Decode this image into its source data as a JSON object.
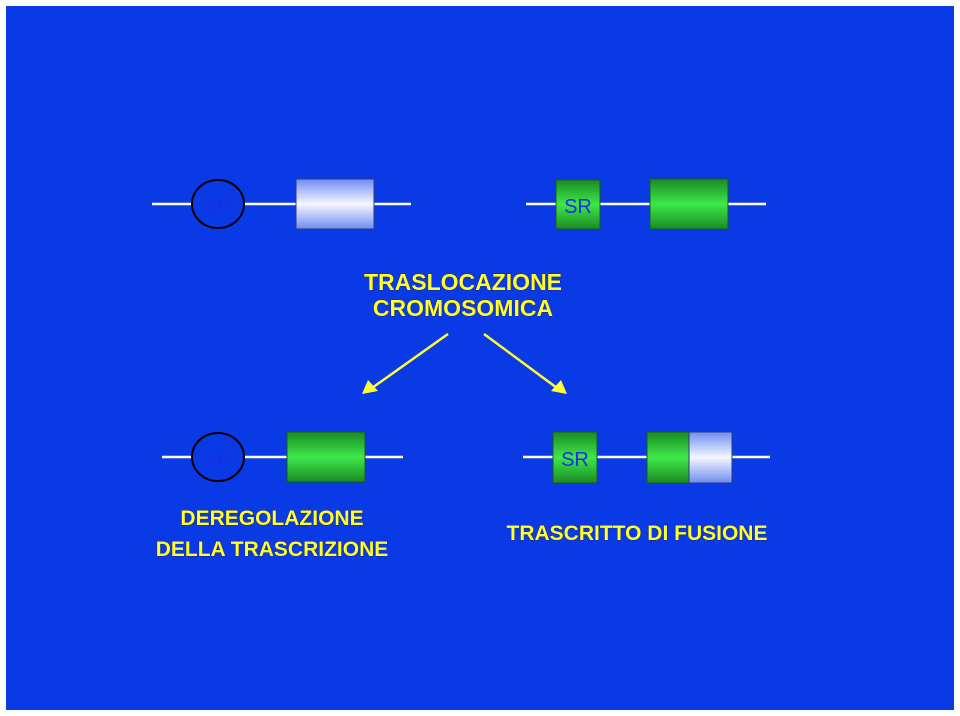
{
  "labels": {
    "promoter": "SR",
    "title_line1": "TRASLOCAZIONE",
    "title_line2": "CROMOSOMICA",
    "left_caption_line1": "DEREGOLAZIONE",
    "left_caption_line2": "DELLA TRASCRIZIONE",
    "right_caption": "TRASCRITTO DI FUSIONE"
  },
  "colors": {
    "background": "#0a3ae6",
    "caption_text": "#ffff33",
    "arrow": "#ffff33",
    "promoter_text": "#1a2fe0",
    "gene_green": "#2fd23a",
    "gene_light": "#e6ecff"
  }
}
